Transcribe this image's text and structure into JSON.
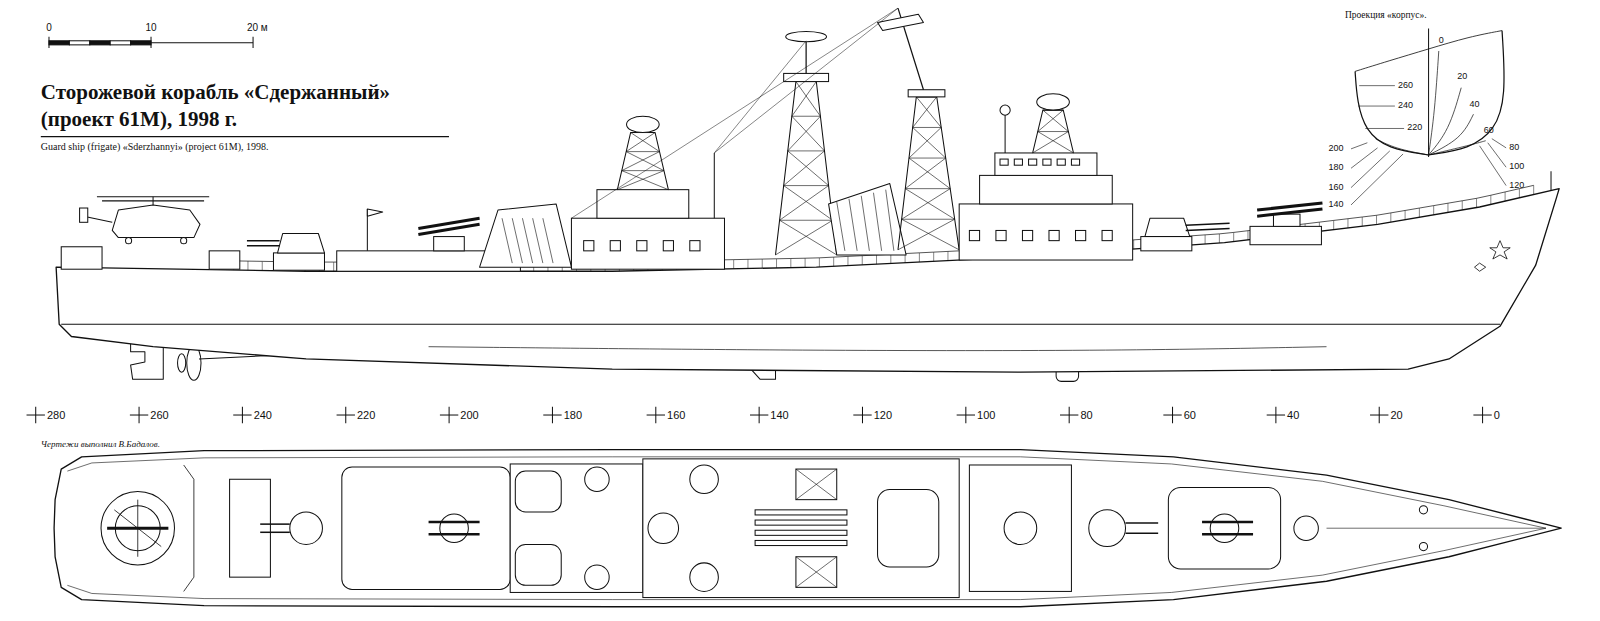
{
  "diagram": {
    "title": "Сторожевой корабль «Сдержанный» (проект 61М), 1998 г.",
    "caption": "Guard ship (frigate) «Sderzhannyi» (project 61M), 1998.",
    "labels": [
      "0",
      "10",
      "20 м",
      "Проекция «корпус».",
      "260",
      "240",
      "220",
      "200",
      "180",
      "160",
      "140",
      "0",
      "20",
      "40",
      "60",
      "80",
      "100",
      "120",
      "280",
      "260",
      "240",
      "220",
      "200",
      "180",
      "160",
      "140",
      "120",
      "100",
      "80",
      "60",
      "40",
      "20",
      "0",
      "Чертежи выполнил В.Бадалов."
    ]
  }
}
